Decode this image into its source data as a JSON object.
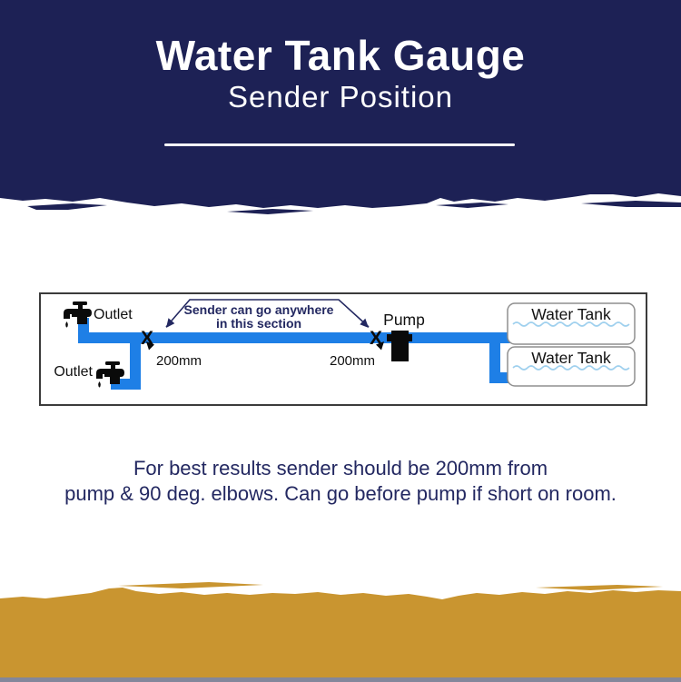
{
  "header": {
    "title": "Water Tank Gauge",
    "subtitle": "Sender Position"
  },
  "diagram": {
    "outlet_top": "Outlet",
    "outlet_bottom": "Outlet",
    "annotation": {
      "line1": "Sender can go anywhere",
      "line2": "in this section"
    },
    "pump": "Pump",
    "distance_left": "200mm",
    "distance_right": "200mm",
    "marker": "X",
    "tanks": [
      {
        "label": "Water Tank"
      },
      {
        "label": "Water Tank"
      }
    ]
  },
  "footer": {
    "line1": "For best results sender should be 200mm from",
    "line2": "pump & 90 deg. elbows. Can go before pump if short on room."
  },
  "colors": {
    "header_navy": "#1d2155",
    "gold": "#c99530",
    "pipe_blue": "#1e7fe6",
    "water_wave": "#9fd0ee",
    "annotation_navy": "#232861"
  }
}
